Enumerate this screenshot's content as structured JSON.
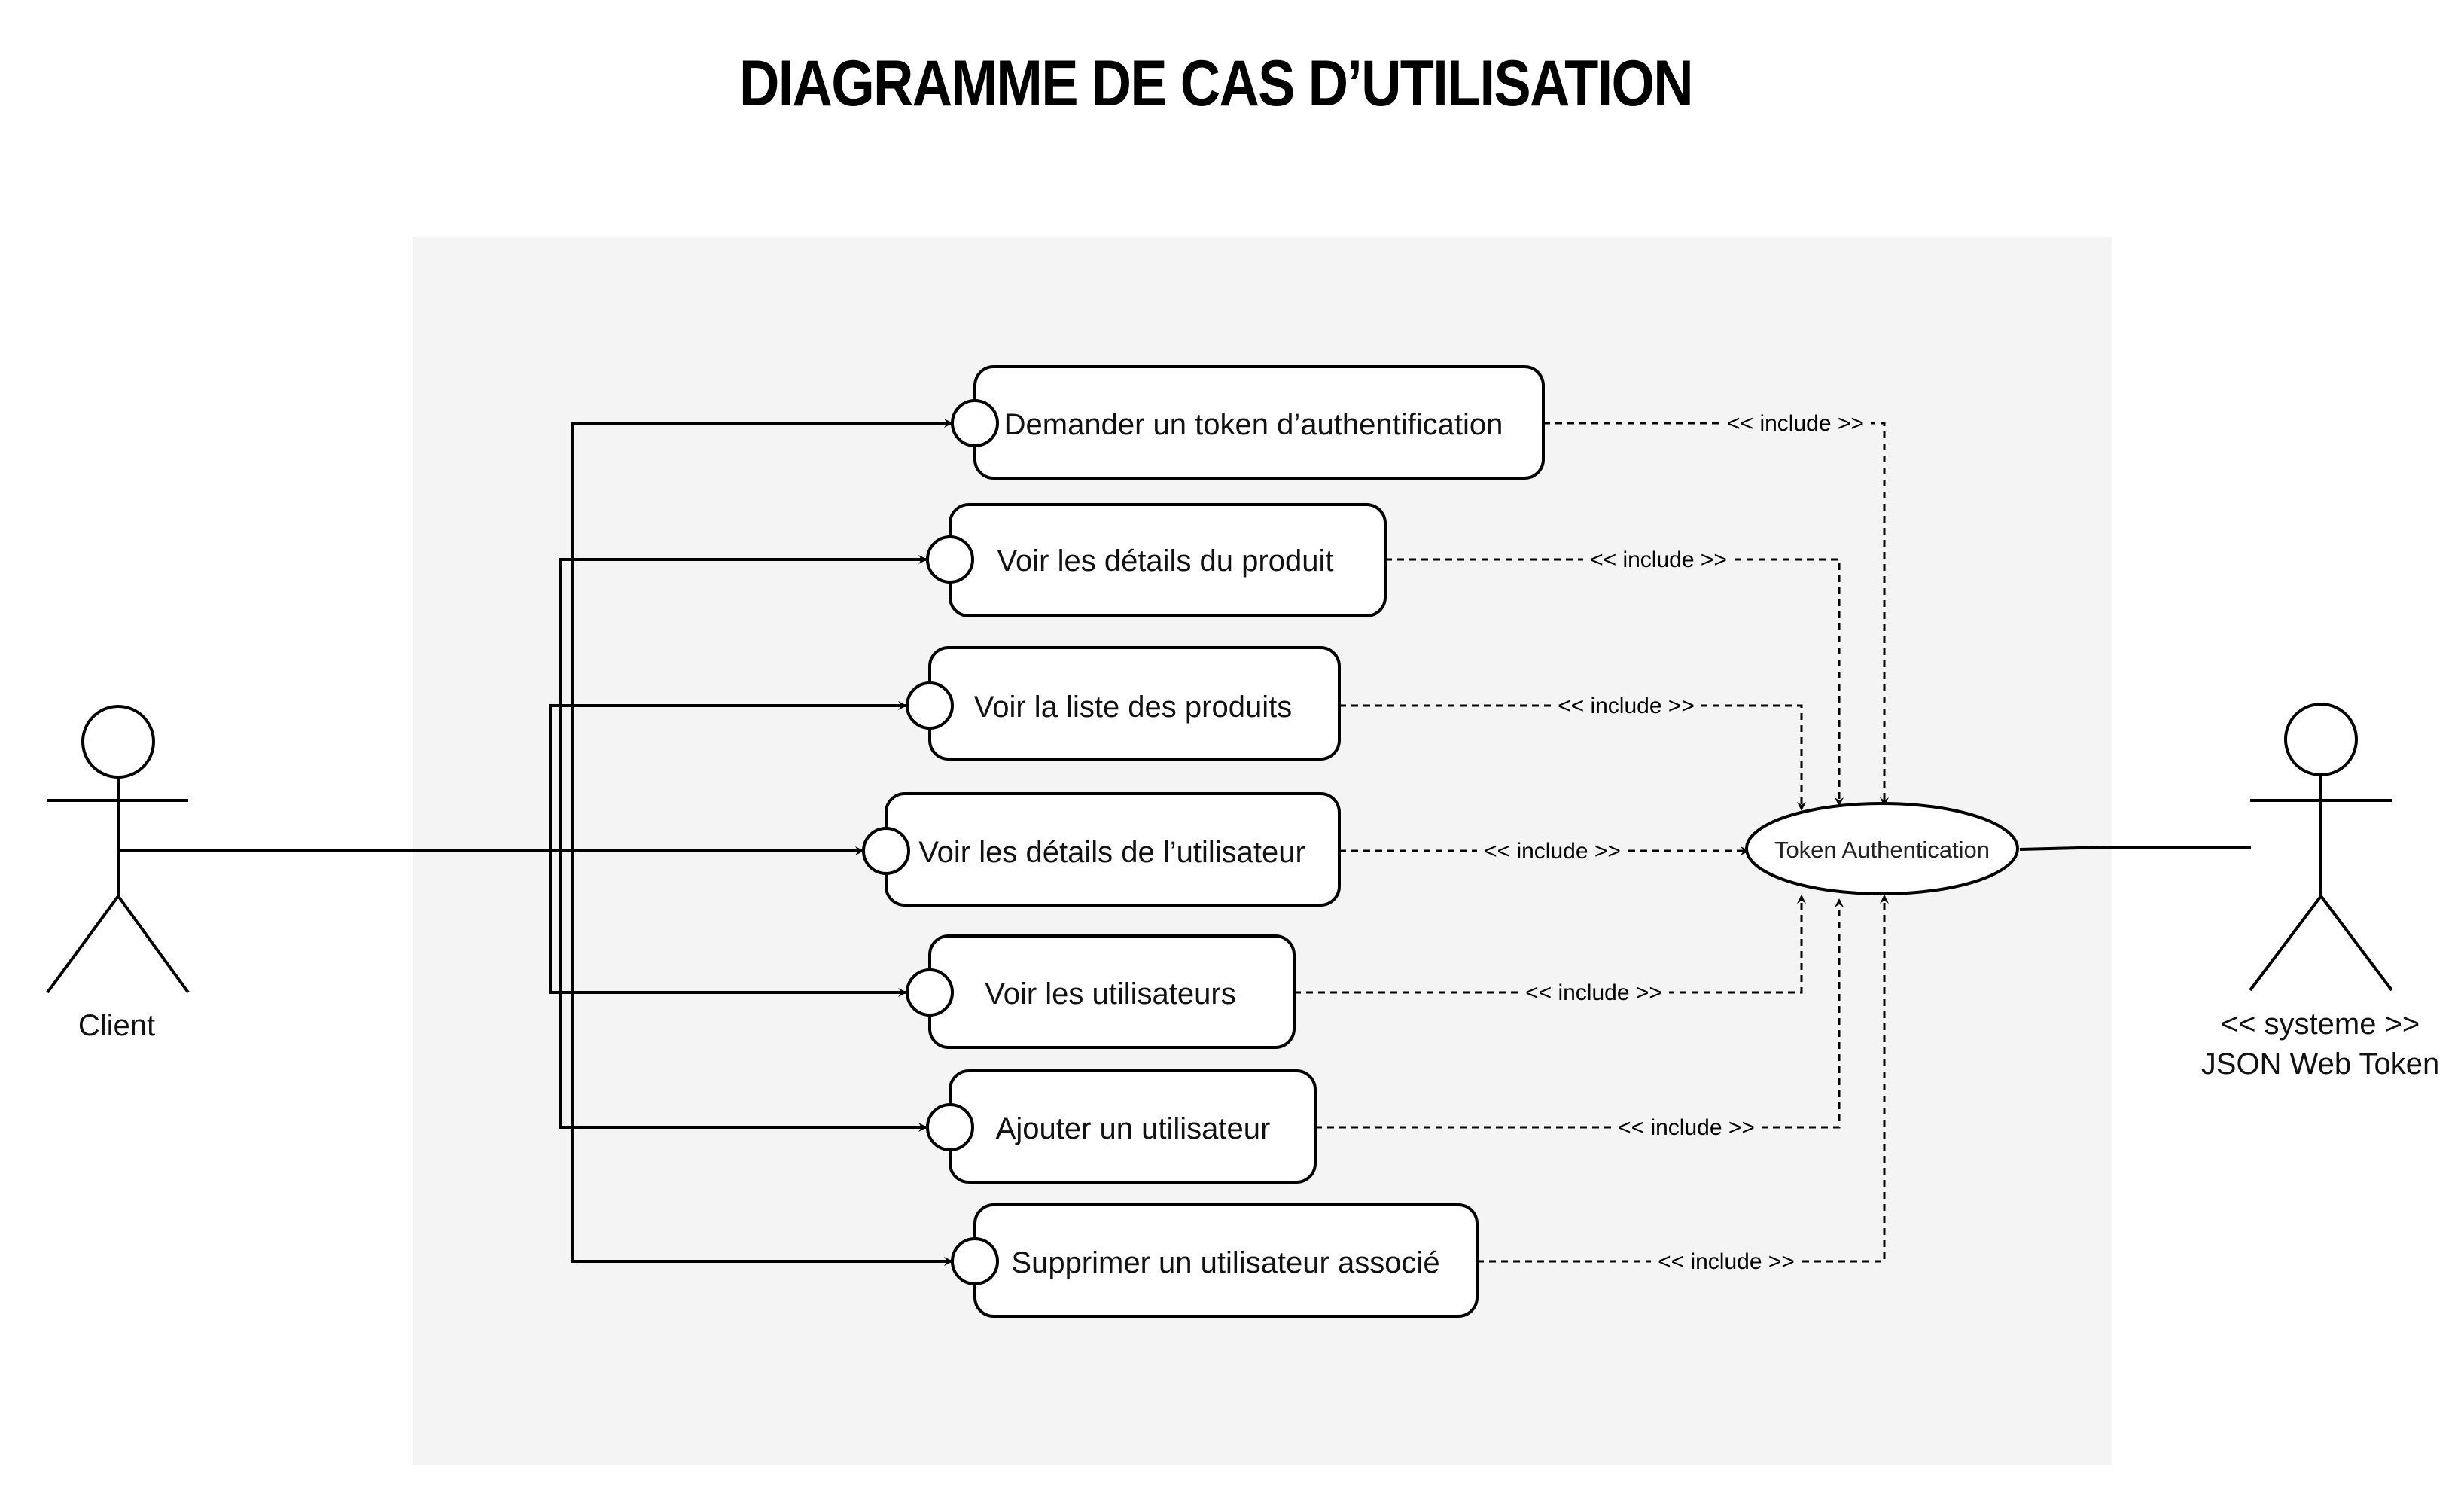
{
  "title": "DIAGRAMME DE CAS D’UTILISATION",
  "actors": {
    "client": {
      "name": "Client"
    },
    "system": {
      "stereotype": "<< systeme >>",
      "name": "JSON Web Token"
    }
  },
  "central_use_case": {
    "label": "Token Authentication"
  },
  "relation_label": "<< include >>",
  "use_cases": [
    {
      "label": "Demander un token d’authentification"
    },
    {
      "label": "Voir les détails du produit"
    },
    {
      "label": "Voir la liste des produits"
    },
    {
      "label": "Voir les détails de l’utilisateur"
    },
    {
      "label": "Voir les utilisateurs"
    },
    {
      "label": "Ajouter un utilisateur"
    },
    {
      "label": "Supprimer un utilisateur associé"
    }
  ]
}
